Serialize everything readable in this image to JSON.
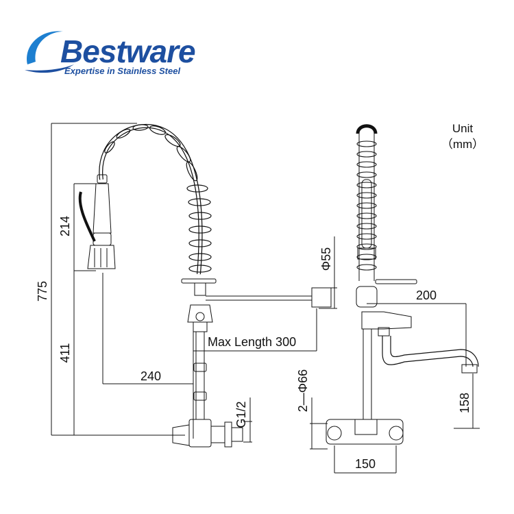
{
  "brand": {
    "name": "Bestware",
    "tagline": "Expertise in Stainless Steel",
    "color": "#1d4fa0"
  },
  "unit": {
    "label": "Unit",
    "value": "（mm）"
  },
  "dimensions": {
    "total_height": "775",
    "spray_head_length": "214",
    "spray_head_height": "411",
    "spray_reach": "240",
    "hose_max_length": "Max Length 300",
    "escutcheon_diameter": "Φ55",
    "inlet_thread": "G1/2",
    "spout_reach": "200",
    "spout_height": "158",
    "flange_diameter": "2—Φ66",
    "inlet_centers": "150"
  }
}
